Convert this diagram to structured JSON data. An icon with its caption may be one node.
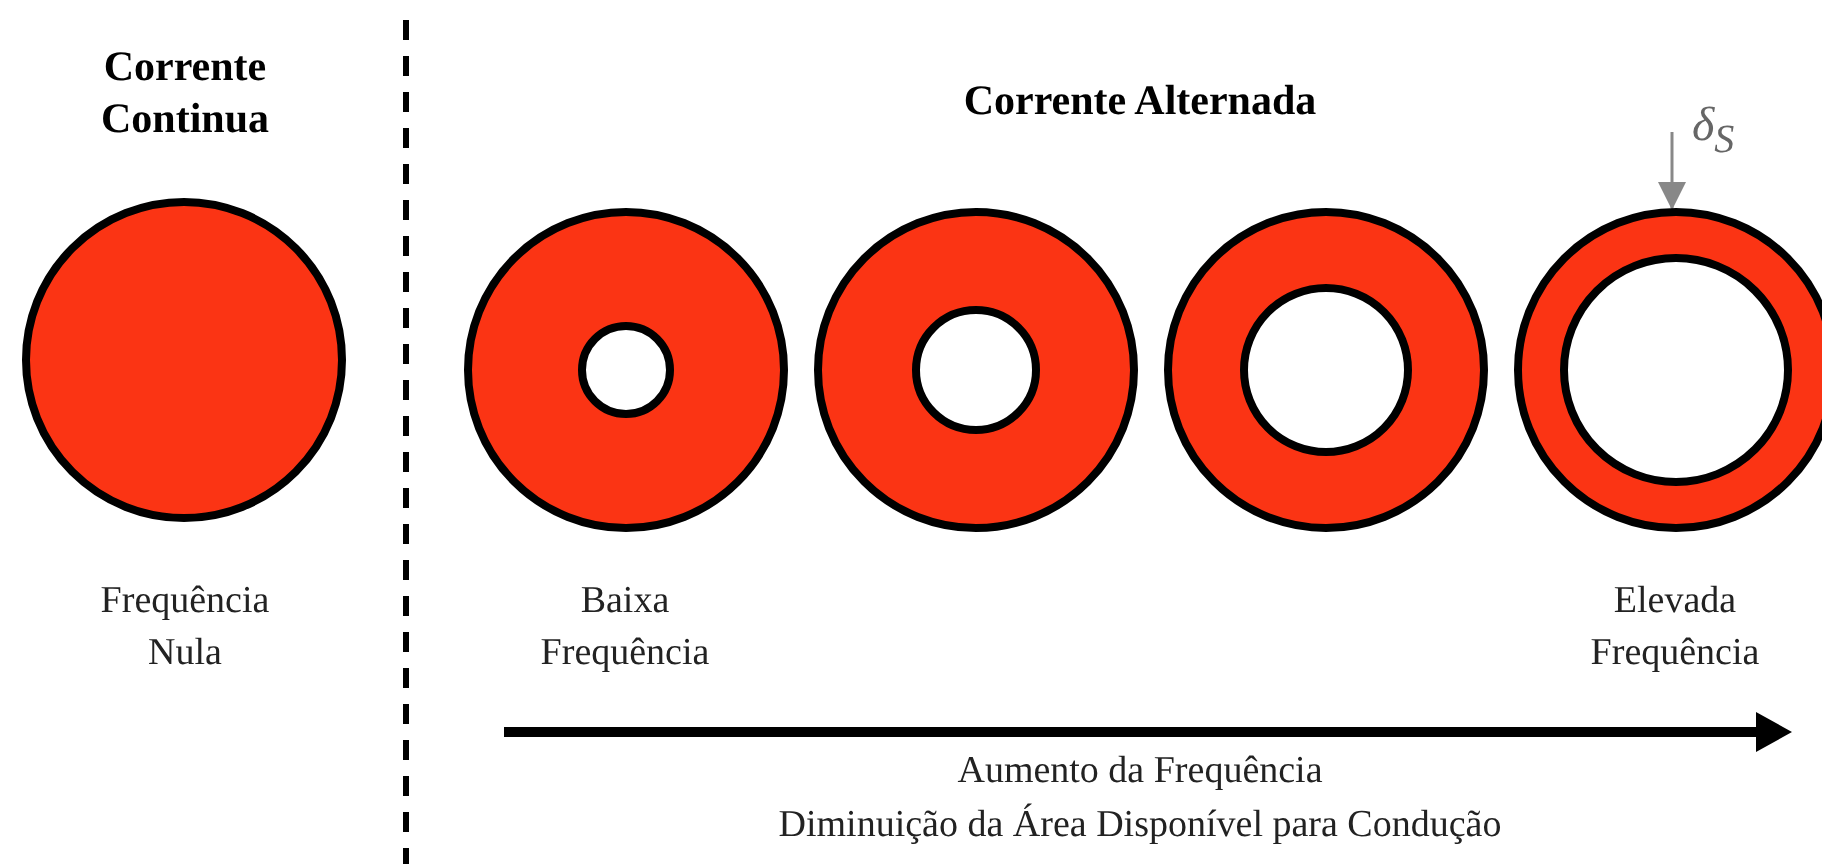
{
  "diagram": {
    "nodes": [
      {
        "text": [],
        "shape": "circle",
        "beside": [
          "Frequência Nula"
        ]
      },
      {
        "text": [],
        "shape": "circle",
        "beside": [
          "Baixa Frequência"
        ]
      },
      {
        "text": [],
        "shape": "circle"
      },
      {
        "text": [],
        "shape": "circle"
      },
      {
        "text": [],
        "shape": "circle",
        "beside": [
          "Elevada Frequência"
        ]
      }
    ],
    "labels": [
      "Corrente Continua",
      "Corrente Alternada",
      "δ$_{S}$",
      "Aumento da Frequência",
      "Diminuição da Área Disponível para Condução"
    ]
  }
}
